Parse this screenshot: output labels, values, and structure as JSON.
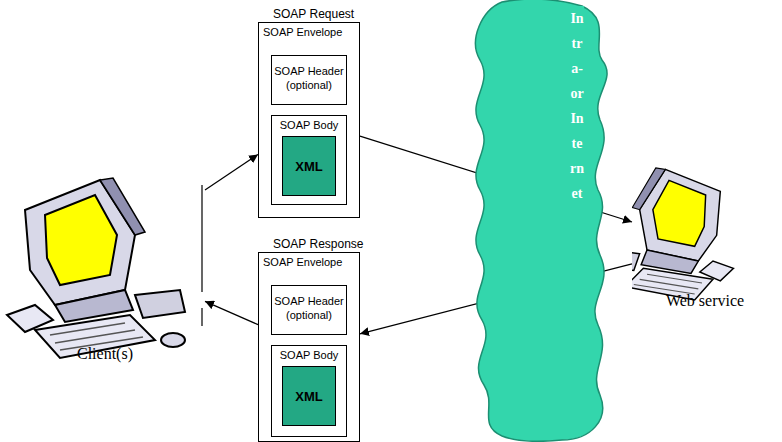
{
  "diagram": {
    "nodes": [
      {
        "text": [
          "Client(s)"
        ]
      },
      {
        "text": [
          "SOAP Request",
          "SOAP Envelope"
        ]
      },
      {
        "text": [
          "SOAP Header (optional)"
        ],
        "in": 1
      },
      {
        "text": [
          "SOAP Body"
        ],
        "in": 1
      },
      {
        "text": [
          "XML"
        ],
        "in": 3
      },
      {
        "text": [
          "SOAP Response",
          "SOAP Envelope"
        ]
      },
      {
        "text": [
          "SOAP Header (optional)"
        ],
        "in": 5
      },
      {
        "text": [
          "SOAP Body"
        ],
        "in": 5
      },
      {
        "text": [
          "XML"
        ],
        "in": 7
      },
      {
        "text": [
          "Intra- or Internet"
        ]
      },
      {
        "text": [
          "Web service"
        ]
      }
    ],
    "edges": [
      {
        "from": 0,
        "to": 1,
        "arrow": "to"
      },
      {
        "from": 1,
        "to": 10,
        "arrow": "to"
      },
      {
        "from": 10,
        "to": 5,
        "arrow": "to"
      },
      {
        "from": 5,
        "to": 0,
        "arrow": "to"
      }
    ]
  }
}
